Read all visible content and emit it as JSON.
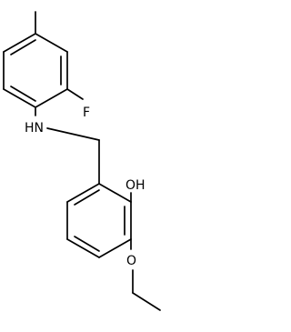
{
  "atoms": {
    "fluorine": "F",
    "amine": "HN",
    "hydroxyl": "OH",
    "ether_oxygen": "O"
  }
}
